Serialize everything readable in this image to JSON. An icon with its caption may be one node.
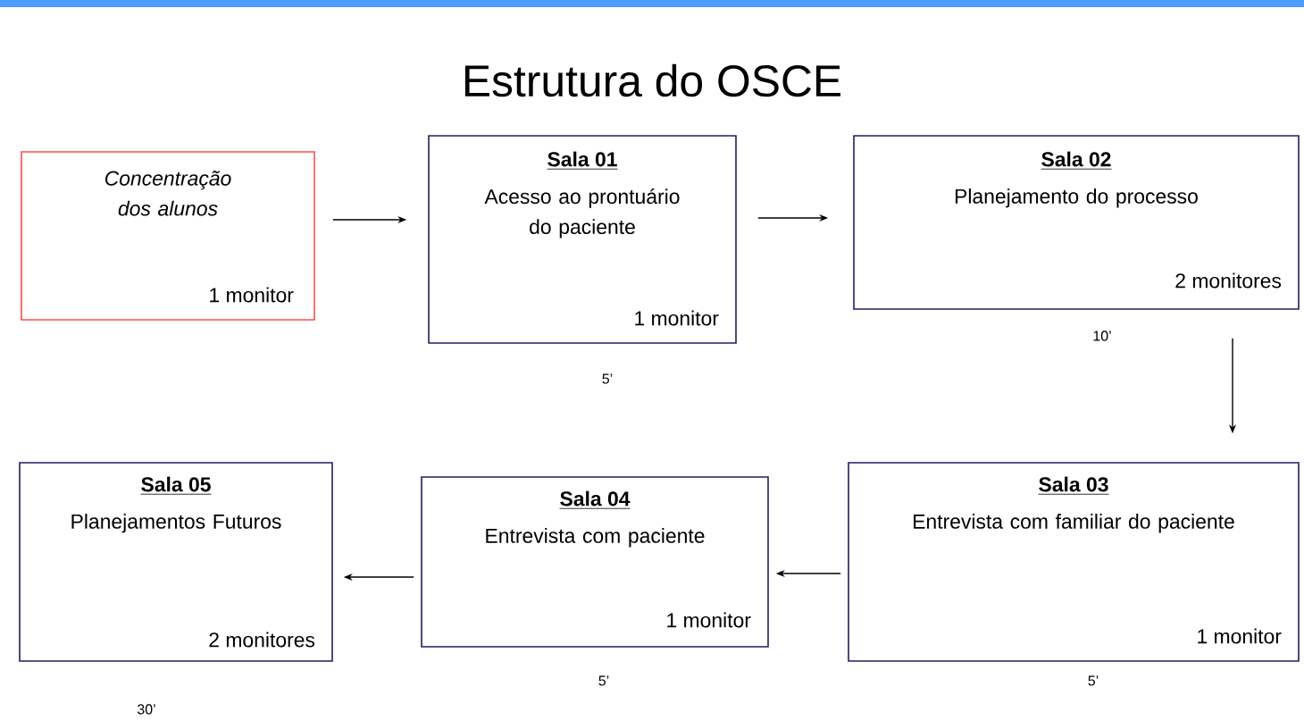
{
  "diagram": {
    "title": "Estrutura do OSCE",
    "nodes": [
      {
        "text": [
          "Concentração dos alunos",
          "1 monitor"
        ]
      },
      {
        "text": [
          "Sala 01",
          "Acesso ao prontuário do paciente",
          "1 monitor"
        ],
        "beside": [
          "5’"
        ]
      },
      {
        "text": [
          "Sala 02",
          "Planejamento do processo",
          "2 monitores"
        ],
        "beside": [
          "10’"
        ]
      },
      {
        "text": [
          "Sala 03",
          "Entrevista com familiar do paciente",
          "1 monitor"
        ],
        "beside": [
          "5’"
        ]
      },
      {
        "text": [
          "Sala 04",
          "Entrevista com paciente",
          "1 monitor"
        ],
        "beside": [
          "5’"
        ]
      },
      {
        "text": [
          "Sala 05",
          "Planejamentos Futuros",
          "2 monitores"
        ],
        "beside": [
          "30’"
        ]
      }
    ],
    "edges": [
      {
        "from": 0,
        "to": 1,
        "arrow": "to"
      },
      {
        "from": 1,
        "to": 2,
        "arrow": "to"
      },
      {
        "from": 2,
        "to": 3,
        "arrow": "to"
      },
      {
        "from": 3,
        "to": 4,
        "arrow": "to"
      },
      {
        "from": 4,
        "to": 5,
        "arrow": "to"
      }
    ]
  }
}
